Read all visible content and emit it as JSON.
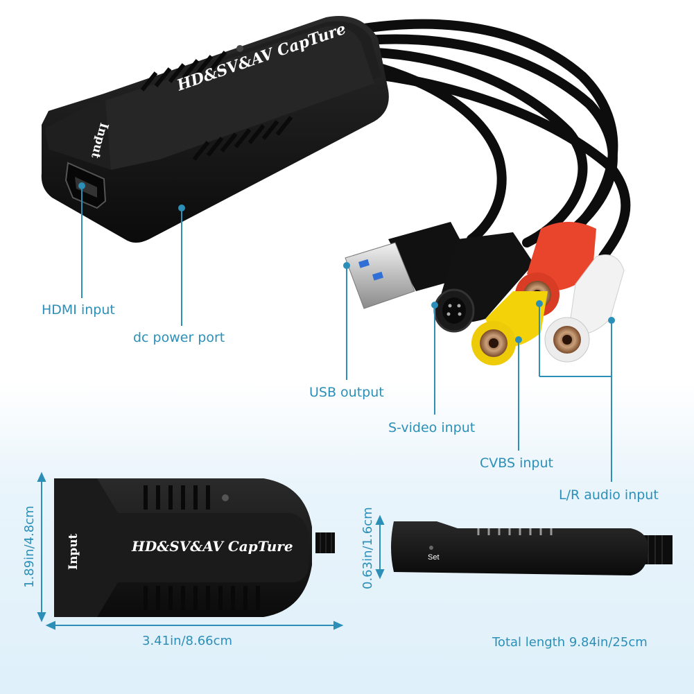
{
  "device": {
    "brand_text": "HD&SV&AV CapTure",
    "brand_parts": [
      "HD",
      "&",
      "SV",
      "&",
      "AV",
      "CapTure"
    ],
    "side_label": "Input",
    "set_label": "Set"
  },
  "callouts": {
    "hdmi": "HDMI input",
    "dc": "dc power port",
    "usb": "USB output",
    "svideo": "S-video input",
    "cvbs": "CVBS input",
    "audio": "L/R audio input"
  },
  "dimensions": {
    "height": "1.89in/4.8cm",
    "width": "3.41in/8.66cm",
    "thickness": "0.63in/1.6cm",
    "total_length": "Total length 9.84in/25cm"
  },
  "colors": {
    "accent": "#2b8fb8",
    "body": "#151515",
    "rca_red": "#e8452c",
    "rca_yellow": "#f4d20a",
    "rca_white": "#f2f2f2",
    "usb_blue": "#2f6fd6"
  }
}
